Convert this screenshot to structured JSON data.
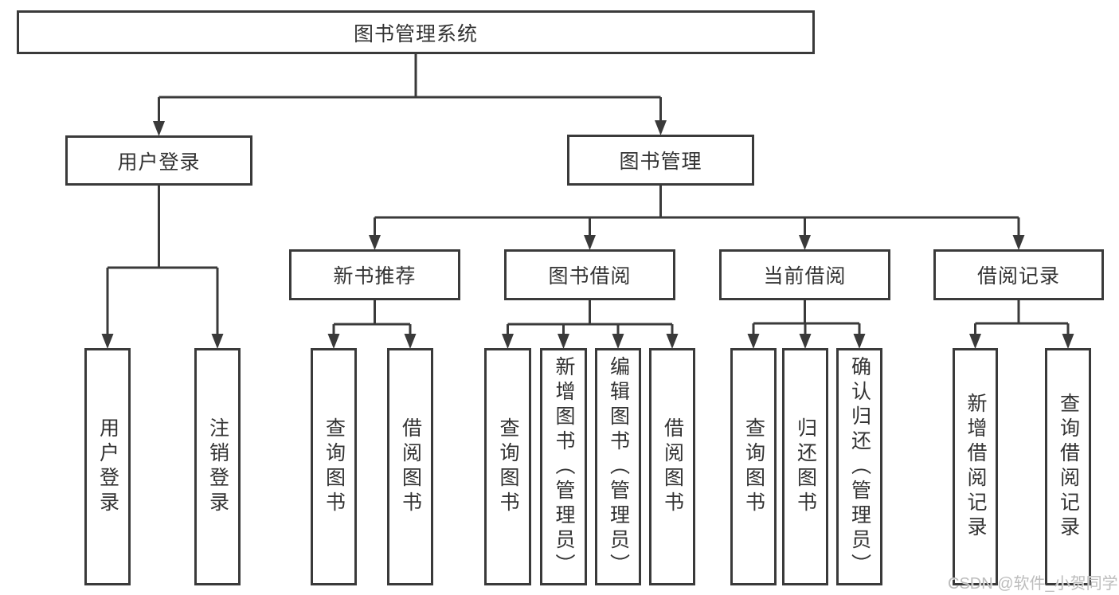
{
  "diagram": {
    "colors": {
      "line": "#3a3a3a",
      "text": "#333333",
      "watermark": "#bcbcbc",
      "background": "#ffffff"
    },
    "nodes": [
      {
        "id": "root",
        "label": "图书管理系统"
      },
      {
        "id": "n1",
        "label": "用户登录"
      },
      {
        "id": "n2",
        "label": "图书管理"
      },
      {
        "id": "n3",
        "label": "新书推荐"
      },
      {
        "id": "n4",
        "label": "图书借阅"
      },
      {
        "id": "n5",
        "label": "当前借阅"
      },
      {
        "id": "n6",
        "label": "借阅记录"
      },
      {
        "id": "l1",
        "label": "用户登录"
      },
      {
        "id": "l2",
        "label": "注销登录"
      },
      {
        "id": "l3",
        "label": "查询图书"
      },
      {
        "id": "l4",
        "label": "借阅图书"
      },
      {
        "id": "l5",
        "label": "查询图书"
      },
      {
        "id": "l6",
        "label": "新增图书（管理员）"
      },
      {
        "id": "l7",
        "label": "编辑图书（管理员）"
      },
      {
        "id": "l8",
        "label": "借阅图书"
      },
      {
        "id": "l9",
        "label": "查询图书"
      },
      {
        "id": "l10",
        "label": "归还图书"
      },
      {
        "id": "l11",
        "label": "确认归还（管理员）"
      },
      {
        "id": "l12",
        "label": "新增借阅记录"
      },
      {
        "id": "l13",
        "label": "查询借阅记录"
      }
    ],
    "hierarchy": {
      "root": [
        "n1",
        "n2"
      ],
      "n1": [
        "l1",
        "l2"
      ],
      "n2": [
        "n3",
        "n4",
        "n5",
        "n6"
      ],
      "n3": [
        "l3",
        "l4"
      ],
      "n4": [
        "l5",
        "l6",
        "l7",
        "l8"
      ],
      "n5": [
        "l9",
        "l10",
        "l11"
      ],
      "n6": [
        "l12",
        "l13"
      ]
    },
    "watermark": "CSDN @软件_小贺同学"
  }
}
